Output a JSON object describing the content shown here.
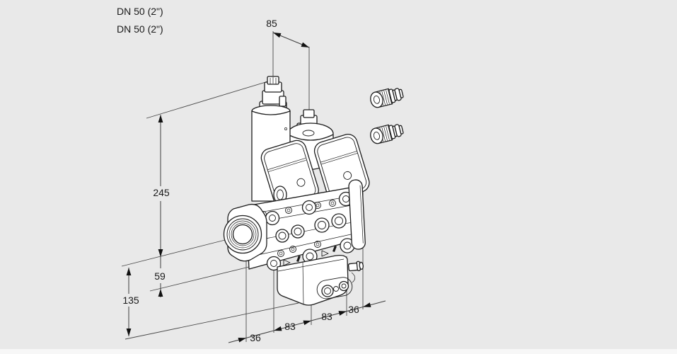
{
  "page": {
    "background_color": "#e9e9e9",
    "footer_strip_color": "#f7f7f7"
  },
  "drawing": {
    "connection_labels": [
      {
        "label": "DN 50 (2\")"
      },
      {
        "label": "DN 50 (2\")"
      }
    ],
    "dimensions": {
      "top_width": "85",
      "overall_height": "245",
      "axis_to_body_bottom": "59",
      "axis_to_module_bottom": "135",
      "bottom_chain": [
        "36",
        "83",
        "83",
        "36"
      ]
    },
    "colors": {
      "line": "#1c1c1c",
      "dimension_line": "#3d3d3d",
      "part_fill": "#ffffff",
      "background": "#e9e9e9"
    }
  }
}
